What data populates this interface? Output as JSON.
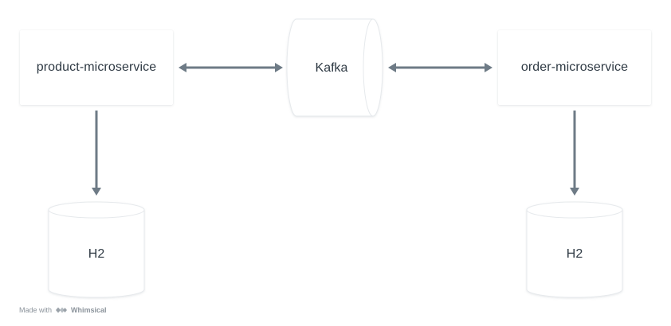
{
  "nodes": {
    "product_service": {
      "label": "product-microservice"
    },
    "kafka": {
      "label": "Kafka"
    },
    "order_service": {
      "label": "order-microservice"
    },
    "db_left": {
      "label": "H2"
    },
    "db_right": {
      "label": "H2"
    }
  },
  "footer": {
    "made_with": "Made with",
    "brand": "Whimsical"
  },
  "colors": {
    "edge": "#6e7b86",
    "shape_stroke": "#e4e8eb",
    "text": "#2f3a44"
  },
  "icons": {
    "footer_logo": "whimsical-logo-icon"
  }
}
